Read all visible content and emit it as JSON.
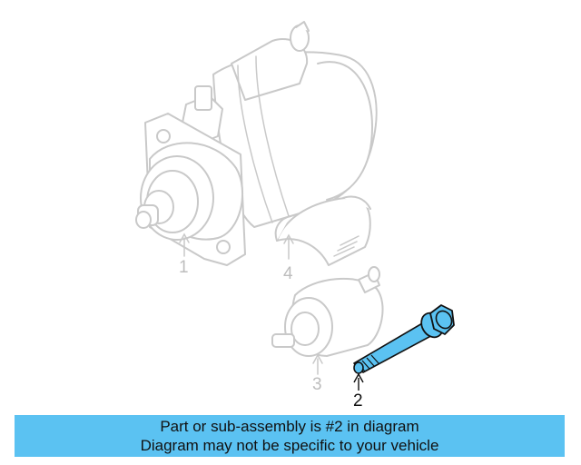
{
  "callouts": [
    {
      "id": "1",
      "label": "1",
      "highlighted": false
    },
    {
      "id": "2",
      "label": "2",
      "highlighted": true
    },
    {
      "id": "3",
      "label": "3",
      "highlighted": false
    },
    {
      "id": "4",
      "label": "4",
      "highlighted": false
    }
  ],
  "banner": {
    "line1": "Part or sub-assembly is #2 in diagram",
    "line2": "Diagram may not be specific to your vehicle",
    "background_color": "#5bc2f2"
  },
  "colors": {
    "highlight_part": "#5bc2f2",
    "ghost_parts": "#c9c9c9"
  }
}
